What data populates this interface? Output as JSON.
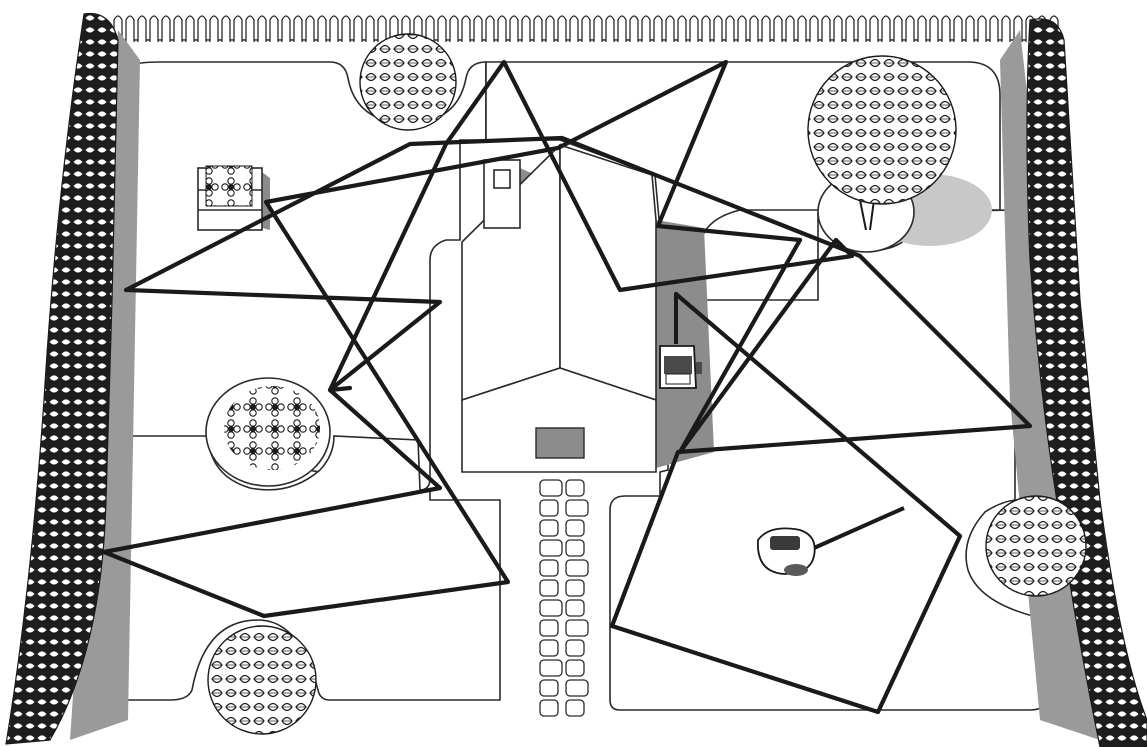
{
  "scene": {
    "subject": "robotic-lawnmower-random-cutting-pattern",
    "colors": {
      "outline": "#2a2a2a",
      "mower_path": "#1a1a1a",
      "shadow": "#8c8c8c",
      "background": "#ffffff"
    },
    "elements": {
      "fence": "picket-fence",
      "hedges": [
        "left-hedge",
        "right-hedge"
      ],
      "house": "house-with-chimney",
      "charging_station": "charging-station",
      "mower": "robotic-mower",
      "walkway": "stepping-stone-path",
      "plants": [
        "raised-flower-bed",
        "round-shrub-top",
        "round-flower-bed",
        "round-shrub-bottom",
        "tree",
        "round-shrub-right"
      ]
    }
  }
}
